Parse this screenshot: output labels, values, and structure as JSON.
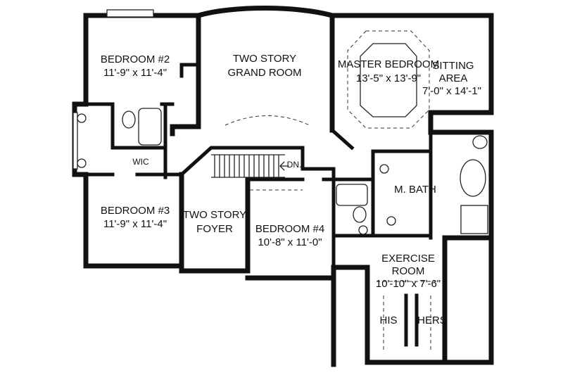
{
  "rooms": {
    "bedroom2": {
      "name": "BEDROOM #2",
      "size": "11'-9\" x 11'-4\""
    },
    "grand_room": {
      "line1": "TWO STORY",
      "line2": "GRAND ROOM"
    },
    "master_bedroom": {
      "name": "MASTER BEDROOM",
      "size": "13'-5\" x 13'-9\""
    },
    "sitting_area": {
      "line1": "SITTING",
      "line2": "AREA",
      "size": "7'-0\" x 14'-1\""
    },
    "wic": {
      "name": "WIC"
    },
    "stair": {
      "label": "DN."
    },
    "m_bath": {
      "name": "M. BATH"
    },
    "bedroom3": {
      "name": "BEDROOM #3",
      "size": "11'-9\" x 11'-4\""
    },
    "foyer": {
      "line1": "TWO STORY",
      "line2": "FOYER"
    },
    "bedroom4": {
      "name": "BEDROOM #4",
      "size": "10'-8\" x 11'-0\""
    },
    "exercise_room": {
      "line1": "EXERCISE",
      "line2": "ROOM",
      "size": "10'-10\" x 7'-6\""
    },
    "his": {
      "name": "HIS"
    },
    "hers": {
      "name": "HERS"
    }
  }
}
